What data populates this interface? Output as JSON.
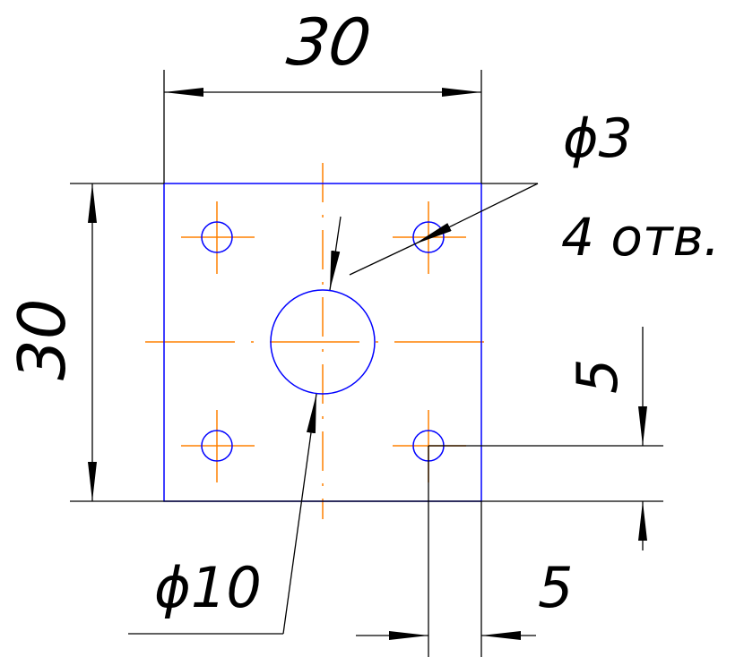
{
  "drawing": {
    "width_dimension": "30",
    "height_dimension": "30",
    "hole_diameter": "ϕ3",
    "hole_count": "4 отв.",
    "vertical_offset": "5",
    "horizontal_offset": "5",
    "center_hole_diameter": "ϕ10",
    "colors": {
      "outline": "#0000ff",
      "centerline": "#ff8000",
      "dimension": "#000000"
    }
  }
}
